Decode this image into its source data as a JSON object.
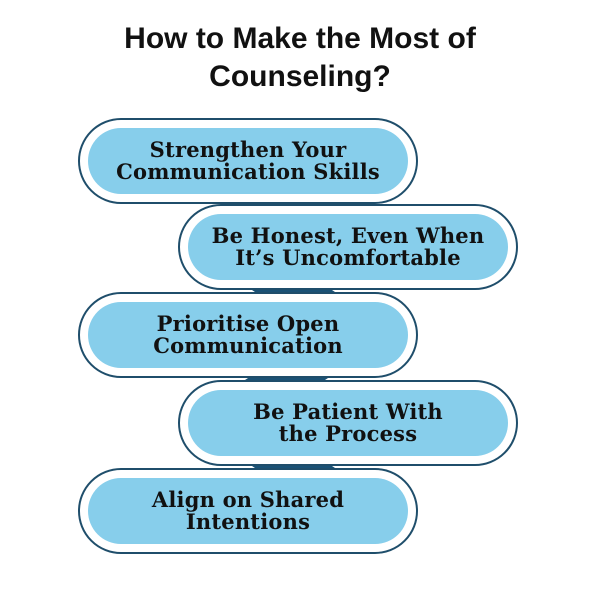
{
  "title": {
    "line1": "How to Make the Most of",
    "line2": "Counseling?"
  },
  "colors": {
    "pill_fill": "#87ceeb",
    "pill_border": "#1f4e6b",
    "connector": "#1a5276"
  },
  "steps": [
    {
      "line1": "Strengthen Your",
      "line2": "Communication Skills"
    },
    {
      "line1": "Be Honest, Even When",
      "line2": "It’s Uncomfortable"
    },
    {
      "line1": "Prioritise Open",
      "line2": "Communication"
    },
    {
      "line1": "Be Patient With",
      "line2": "the Process"
    },
    {
      "line1": "Align on Shared",
      "line2": "Intentions"
    }
  ]
}
